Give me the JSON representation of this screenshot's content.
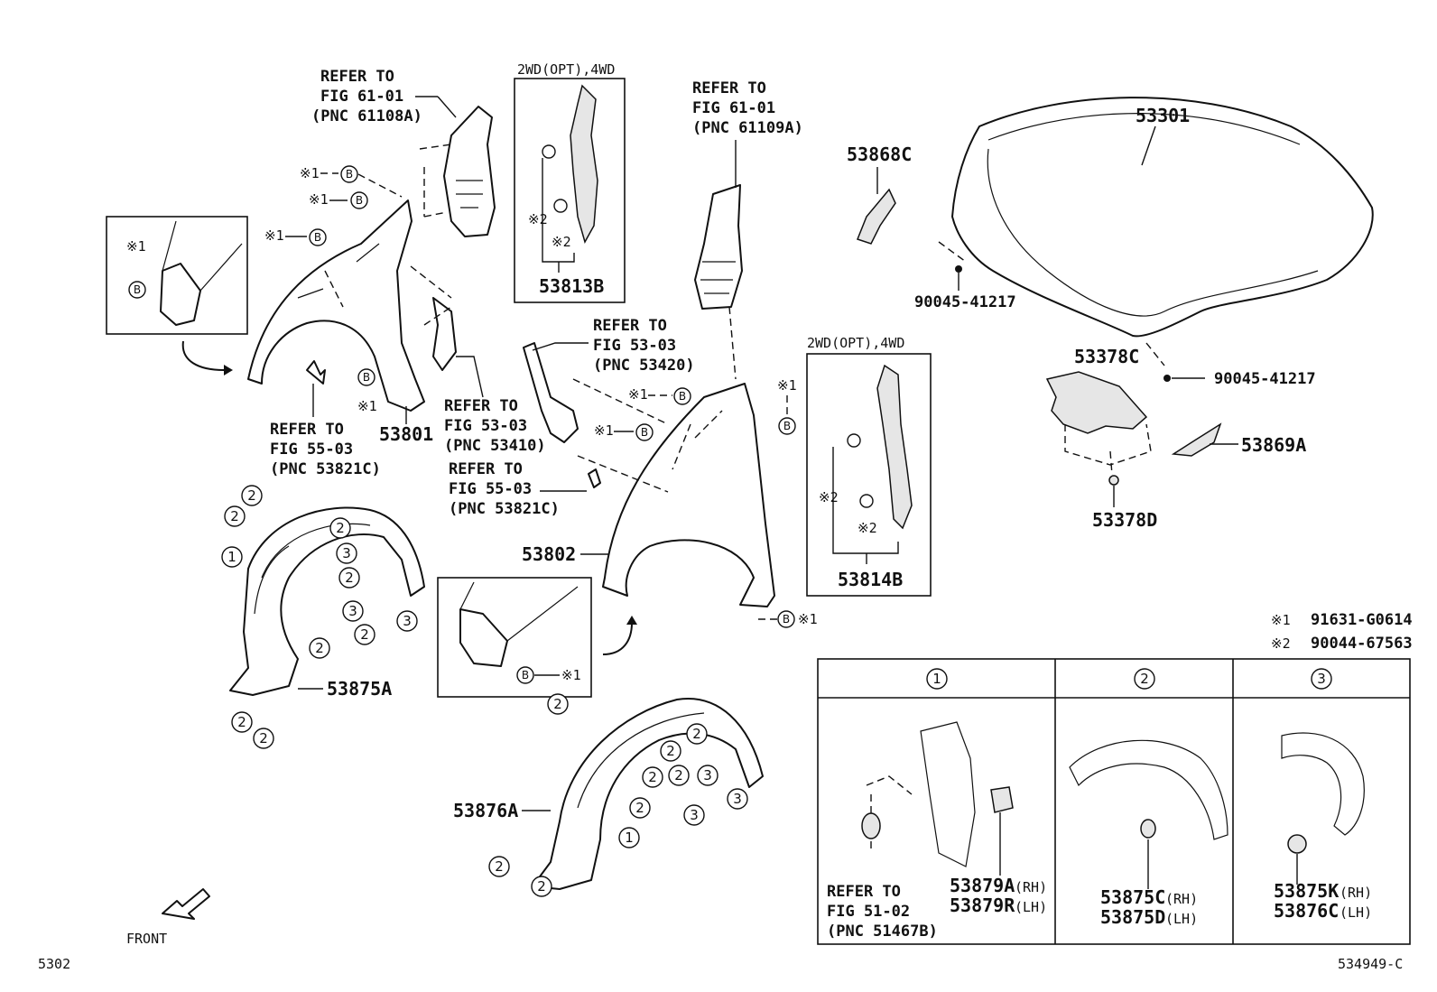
{
  "parts": {
    "p53301": "53301",
    "p53868C": "53868C",
    "p53813B": "53813B",
    "p53814B": "53814B",
    "p53801": "53801",
    "p53802": "53802",
    "p53378C": "53378C",
    "p53378D": "53378D",
    "p53869A": "53869A",
    "p53875A": "53875A",
    "p53876A": "53876A",
    "clip_upper": "90045-41217",
    "clip_right": "90045-41217"
  },
  "refs": {
    "r61108_1": "REFER TO",
    "r61108_2": "FIG 61-01",
    "r61108_3": "(PNC 61108A)",
    "r61109_1": "REFER TO",
    "r61109_2": "FIG 61-01",
    "r61109_3": "(PNC 61109A)",
    "r53420_1": "REFER TO",
    "r53420_2": "FIG 53-03",
    "r53420_3": "(PNC 53420)",
    "r53410_1": "REFER TO",
    "r53410_2": "FIG 53-03",
    "r53410_3": "(PNC 53410)",
    "r53821a_1": "REFER TO",
    "r53821a_2": "FIG 55-03",
    "r53821a_3": "(PNC 53821C)",
    "r53821b_1": "REFER TO",
    "r53821b_2": "FIG 55-03",
    "r53821b_3": "(PNC 53821C)",
    "r51467_1": "REFER TO",
    "r51467_2": "FIG 51-02",
    "r51467_3": "(PNC 51467B)"
  },
  "options": {
    "opt_left": "2WD(OPT),4WD",
    "opt_right": "2WD(OPT),4WD"
  },
  "marks": {
    "m1": "※1",
    "m2": "※2",
    "b": "B"
  },
  "legend": {
    "k1_sym": "※1",
    "k1_pn": "91631-G0614",
    "k2_sym": "※2",
    "k2_pn": "90044-67563"
  },
  "table": {
    "col1_head": "1",
    "col2_head": "2",
    "col3_head": "3",
    "c1_pn1": "53879A",
    "c1_s1": "(RH)",
    "c1_pn2": "53879R",
    "c1_s2": "(LH)",
    "c2_pn1": "53875C",
    "c2_s1": "(RH)",
    "c2_pn2": "53875D",
    "c2_s2": "(LH)",
    "c3_pn1": "53875K",
    "c3_s1": "(RH)",
    "c3_pn2": "53876C",
    "c3_s2": "(LH)"
  },
  "callouts": {
    "one": "1",
    "two": "2",
    "three": "3"
  },
  "footer": {
    "front": "FRONT",
    "page": "5302",
    "code": "534949-C"
  }
}
